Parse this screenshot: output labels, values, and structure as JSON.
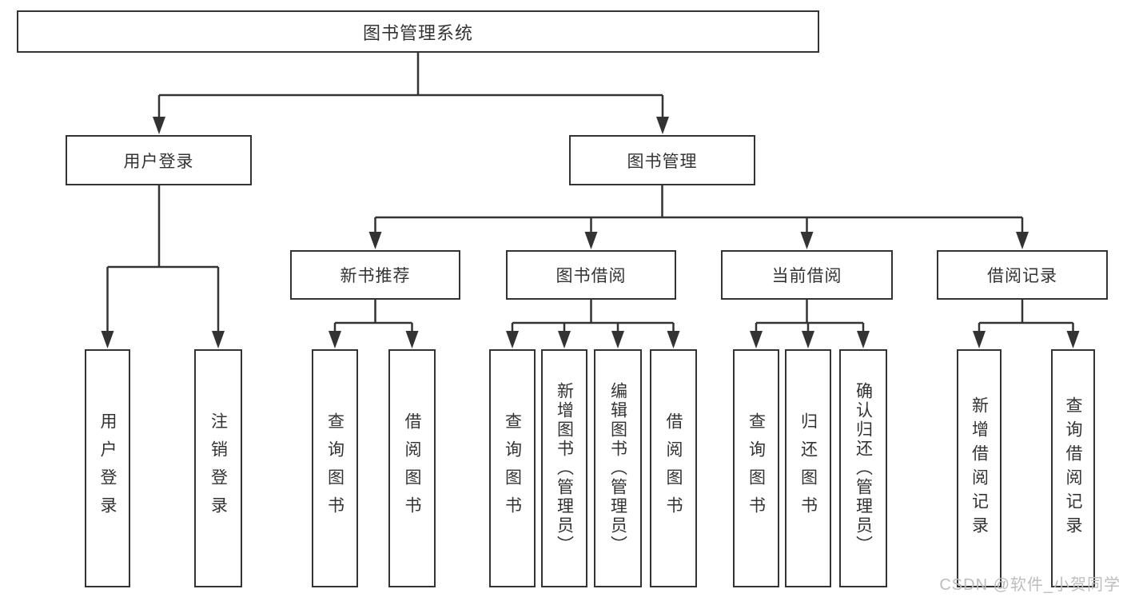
{
  "diagram": {
    "root": {
      "label": "图书管理系统"
    },
    "level2": {
      "user_login": {
        "label": "用户登录"
      },
      "book_mgmt": {
        "label": "图书管理"
      }
    },
    "level3": {
      "new_book": {
        "label": "新书推荐"
      },
      "book_borrow": {
        "label": "图书借阅"
      },
      "current_borrow": {
        "label": "当前借阅"
      },
      "borrow_record": {
        "label": "借阅记录"
      }
    },
    "leaves": {
      "user_login": [
        {
          "label": "用户登录"
        },
        {
          "label": "注销登录"
        }
      ],
      "new_book": [
        {
          "label": "查询图书"
        },
        {
          "label": "借阅图书"
        }
      ],
      "book_borrow": [
        {
          "label": "查询图书"
        },
        {
          "label": "新增图书（管理员）"
        },
        {
          "label": "编辑图书（管理员）"
        },
        {
          "label": "借阅图书"
        }
      ],
      "current_borrow": [
        {
          "label": "查询图书"
        },
        {
          "label": "归还图书"
        },
        {
          "label": "确认归还（管理员）"
        }
      ],
      "borrow_record": [
        {
          "label": "新增借阅记录"
        },
        {
          "label": "查询借阅记录"
        }
      ]
    },
    "colors": {
      "line": "#333333",
      "text": "#333333",
      "watermark": "#bdbdbd"
    }
  },
  "watermark": {
    "text": "CSDN @软件_小贺同学"
  }
}
